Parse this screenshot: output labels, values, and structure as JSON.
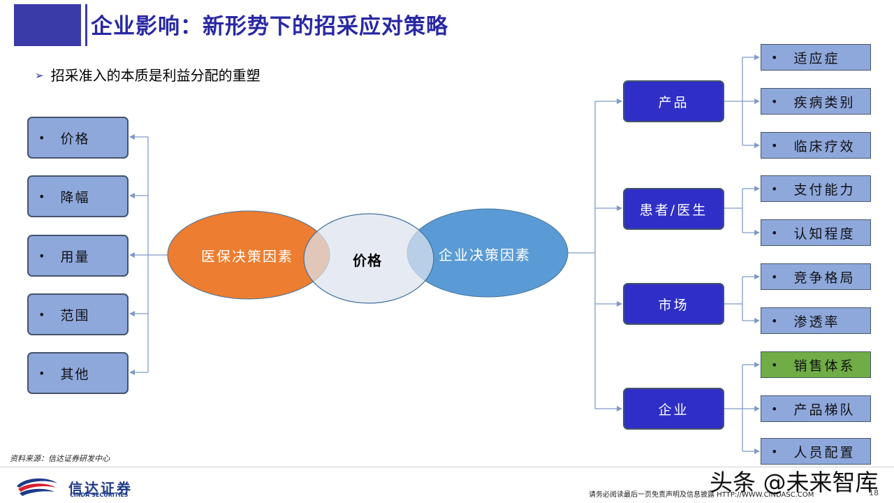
{
  "header": {
    "title": "企业影响：新形势下的招采应对策略"
  },
  "intro": {
    "bullet": "招采准入的本质是利益分配的重塑"
  },
  "left_items": [
    "价格",
    "降幅",
    "用量",
    "范围",
    "其他"
  ],
  "venn": {
    "left_label": "医保决策因素",
    "center_label": "价格",
    "right_label": "企业决策因素",
    "colors": {
      "left": "#ed7d31",
      "center": "#dde3ee",
      "right": "#5b9bd5"
    }
  },
  "mid_nodes": [
    "产品",
    "患者/医生",
    "市场",
    "企业"
  ],
  "right_groups": [
    [
      "适应症",
      "疾病类别",
      "临床疗效"
    ],
    [
      "支付能力",
      "认知程度"
    ],
    [
      "竞争格局",
      "渗透率"
    ],
    [
      "销售体系",
      "产品梯队",
      "人员配置"
    ]
  ],
  "highlight_item": "销售体系",
  "footer": {
    "source": "资料来源：信达证券研发中心",
    "logo_cn": "信达证券",
    "logo_en": "CINDA SECURITIES",
    "disclaimer": "请务必阅读最后一页免责声明及信息披露   HTTP://WWW.CINDASC.COM",
    "page": "18",
    "watermark": "头条 @未来智库"
  },
  "colors": {
    "accent": "#2828a4",
    "box_light": "#8ea8dc",
    "box_dark": "#2f2fc8",
    "highlight": "#70ad47"
  }
}
